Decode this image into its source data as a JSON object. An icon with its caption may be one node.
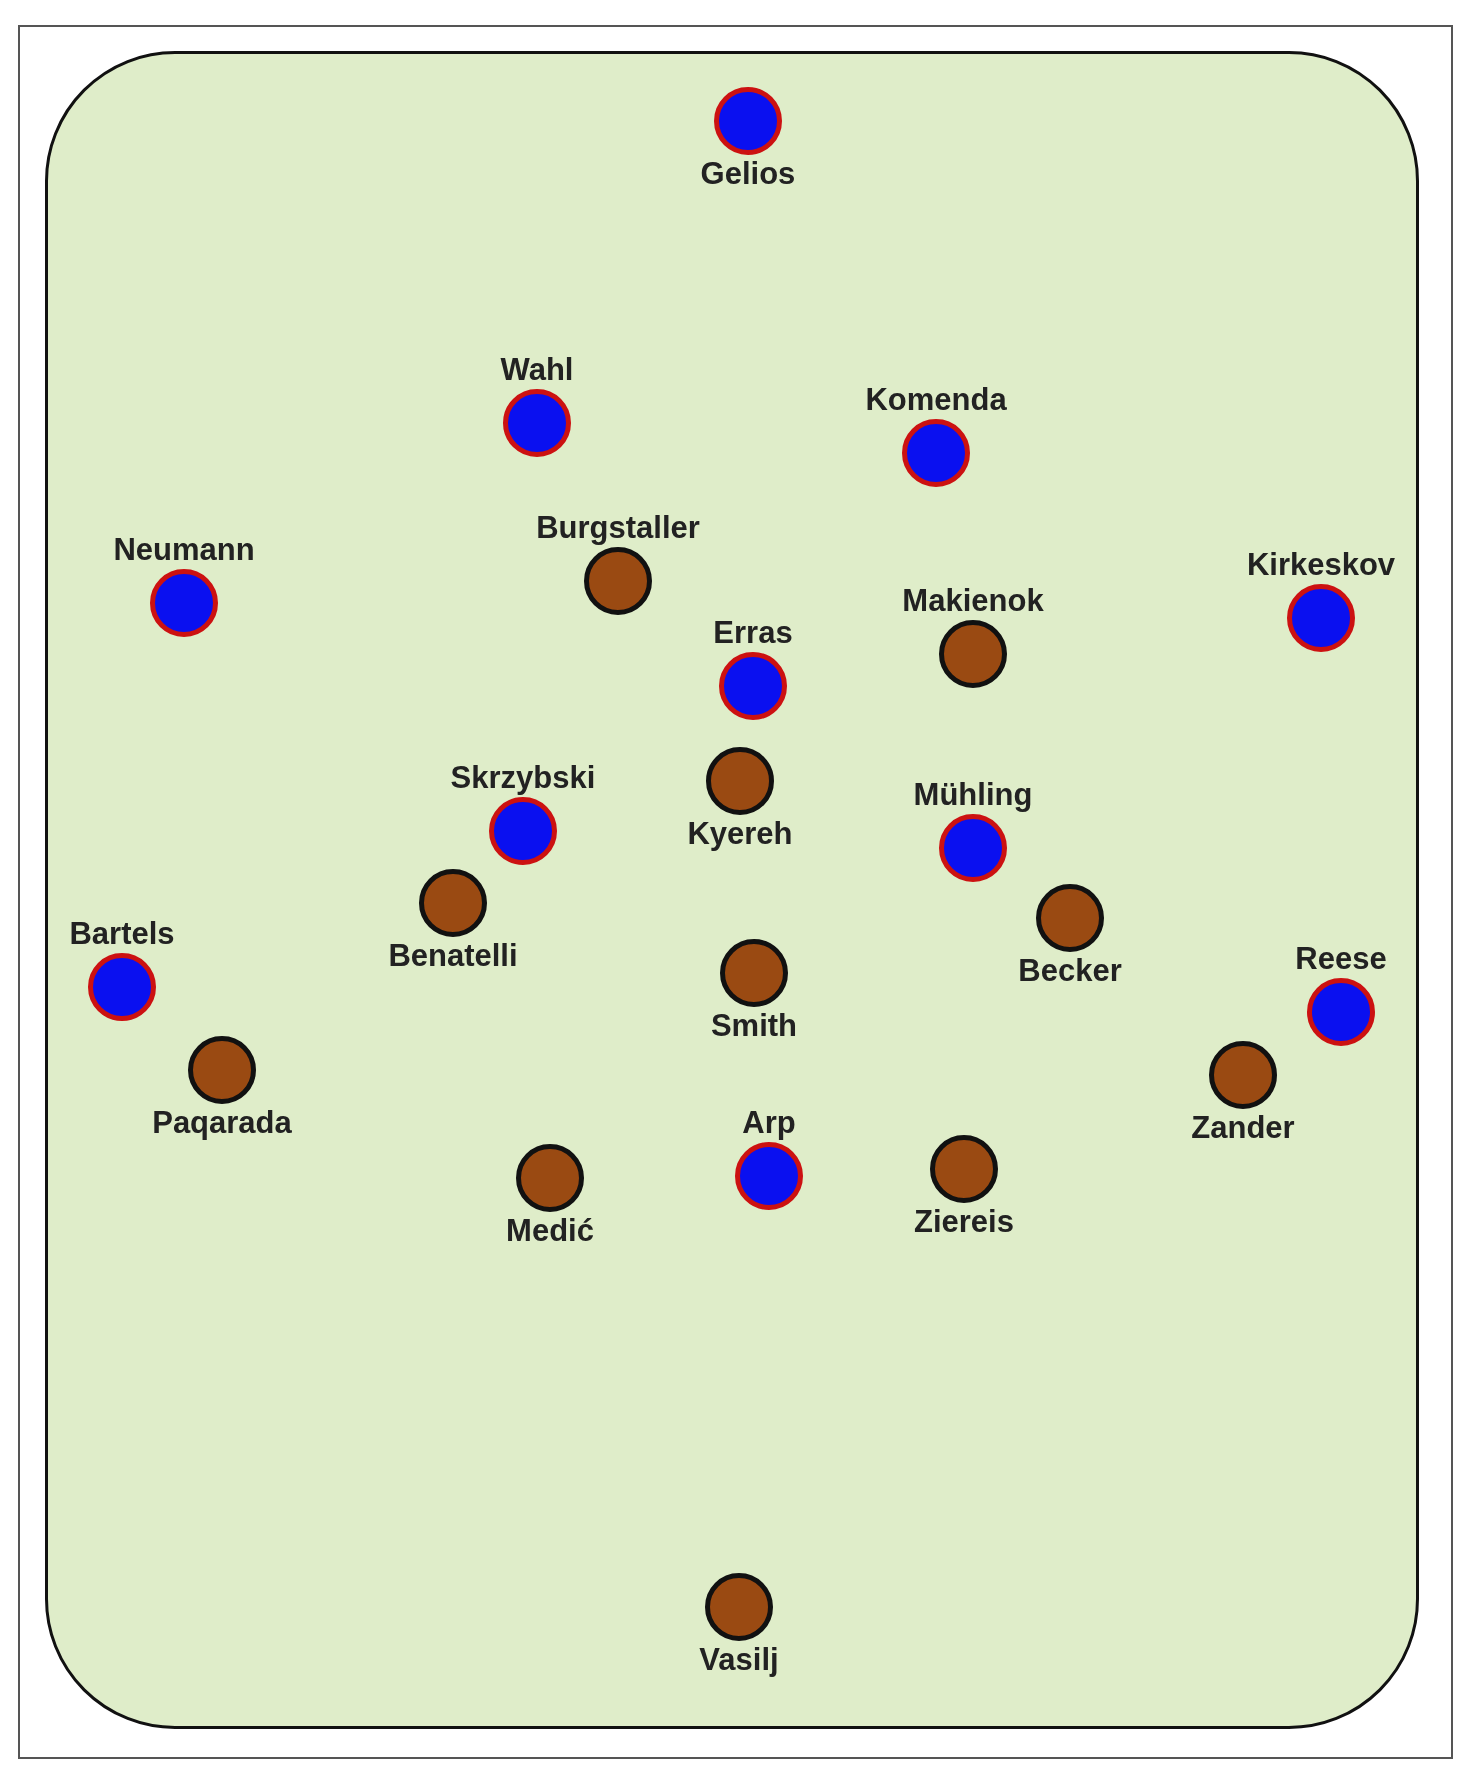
{
  "diagram": {
    "nodes": [
      {
        "text": [],
        "shape": "box"
      },
      {
        "text": [
          "Gelios"
        ],
        "in": 0
      },
      {
        "text": [
          "Wahl"
        ],
        "in": 0
      },
      {
        "text": [
          "Komenda"
        ],
        "in": 0
      },
      {
        "text": [
          "Neumann"
        ],
        "in": 0
      },
      {
        "text": [
          "Burgstaller"
        ],
        "in": 0
      },
      {
        "text": [
          "Erras"
        ],
        "in": 0
      },
      {
        "text": [
          "Makienok"
        ],
        "in": 0
      },
      {
        "text": [
          "Kirkeskov"
        ],
        "in": 0
      },
      {
        "text": [
          "Skrzybski"
        ],
        "in": 0
      },
      {
        "text": [
          "Kyereh"
        ],
        "in": 0
      },
      {
        "text": [
          "Mühling"
        ],
        "in": 0
      },
      {
        "text": [
          "Benatelli"
        ],
        "in": 0
      },
      {
        "text": [
          "Becker"
        ],
        "in": 0
      },
      {
        "text": [
          "Bartels"
        ],
        "in": 0
      },
      {
        "text": [
          "Smith"
        ],
        "in": 0
      },
      {
        "text": [
          "Reese"
        ],
        "in": 0
      },
      {
        "text": [
          "Paqarada"
        ],
        "in": 0
      },
      {
        "text": [
          "Zander"
        ],
        "in": 0
      },
      {
        "text": [
          "Arp"
        ],
        "in": 0
      },
      {
        "text": [
          "Medić"
        ],
        "in": 0
      },
      {
        "text": [
          "Ziereis"
        ],
        "in": 0
      },
      {
        "text": [
          "Vasilj"
        ],
        "in": 0
      }
    ]
  }
}
